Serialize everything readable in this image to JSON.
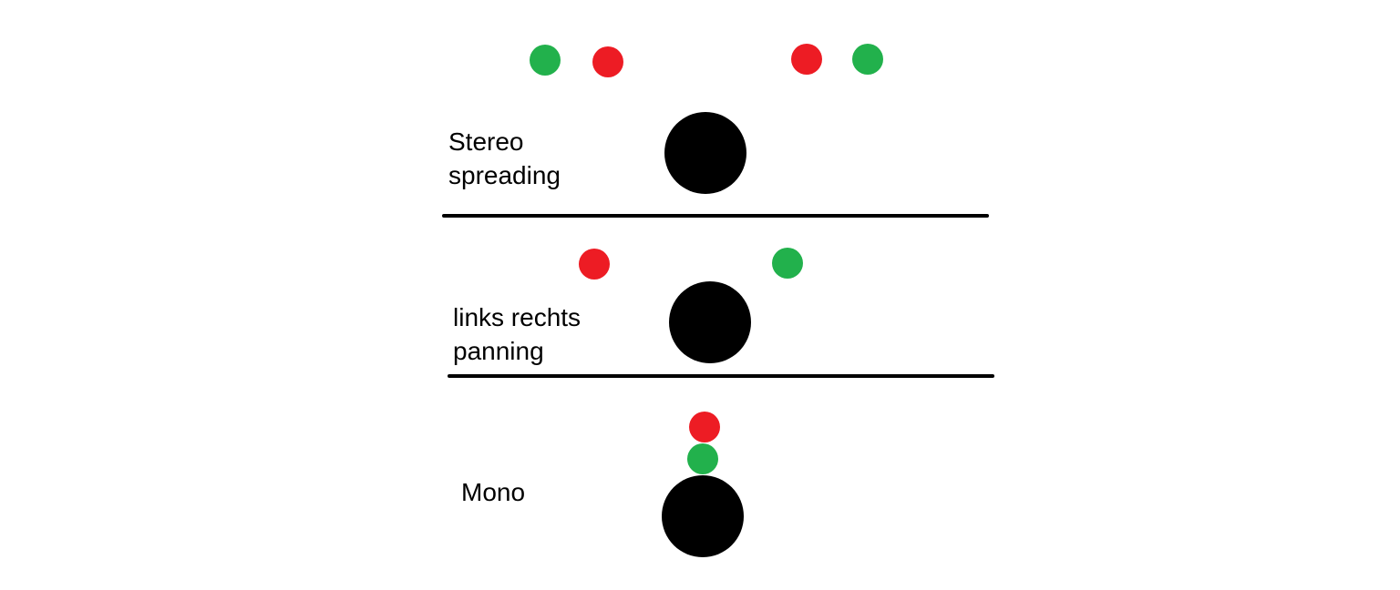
{
  "colors": {
    "left_channel": "#ed1c24",
    "right_channel": "#22b14c",
    "listener": "#000000",
    "divider": "#000000",
    "background": "#ffffff"
  },
  "sections": {
    "stereo": {
      "label_line1": "Stereo",
      "label_line2": "spreading"
    },
    "panning": {
      "label_line1": "links rechts",
      "label_line2": "panning"
    },
    "mono": {
      "label_line1": "Mono"
    }
  }
}
